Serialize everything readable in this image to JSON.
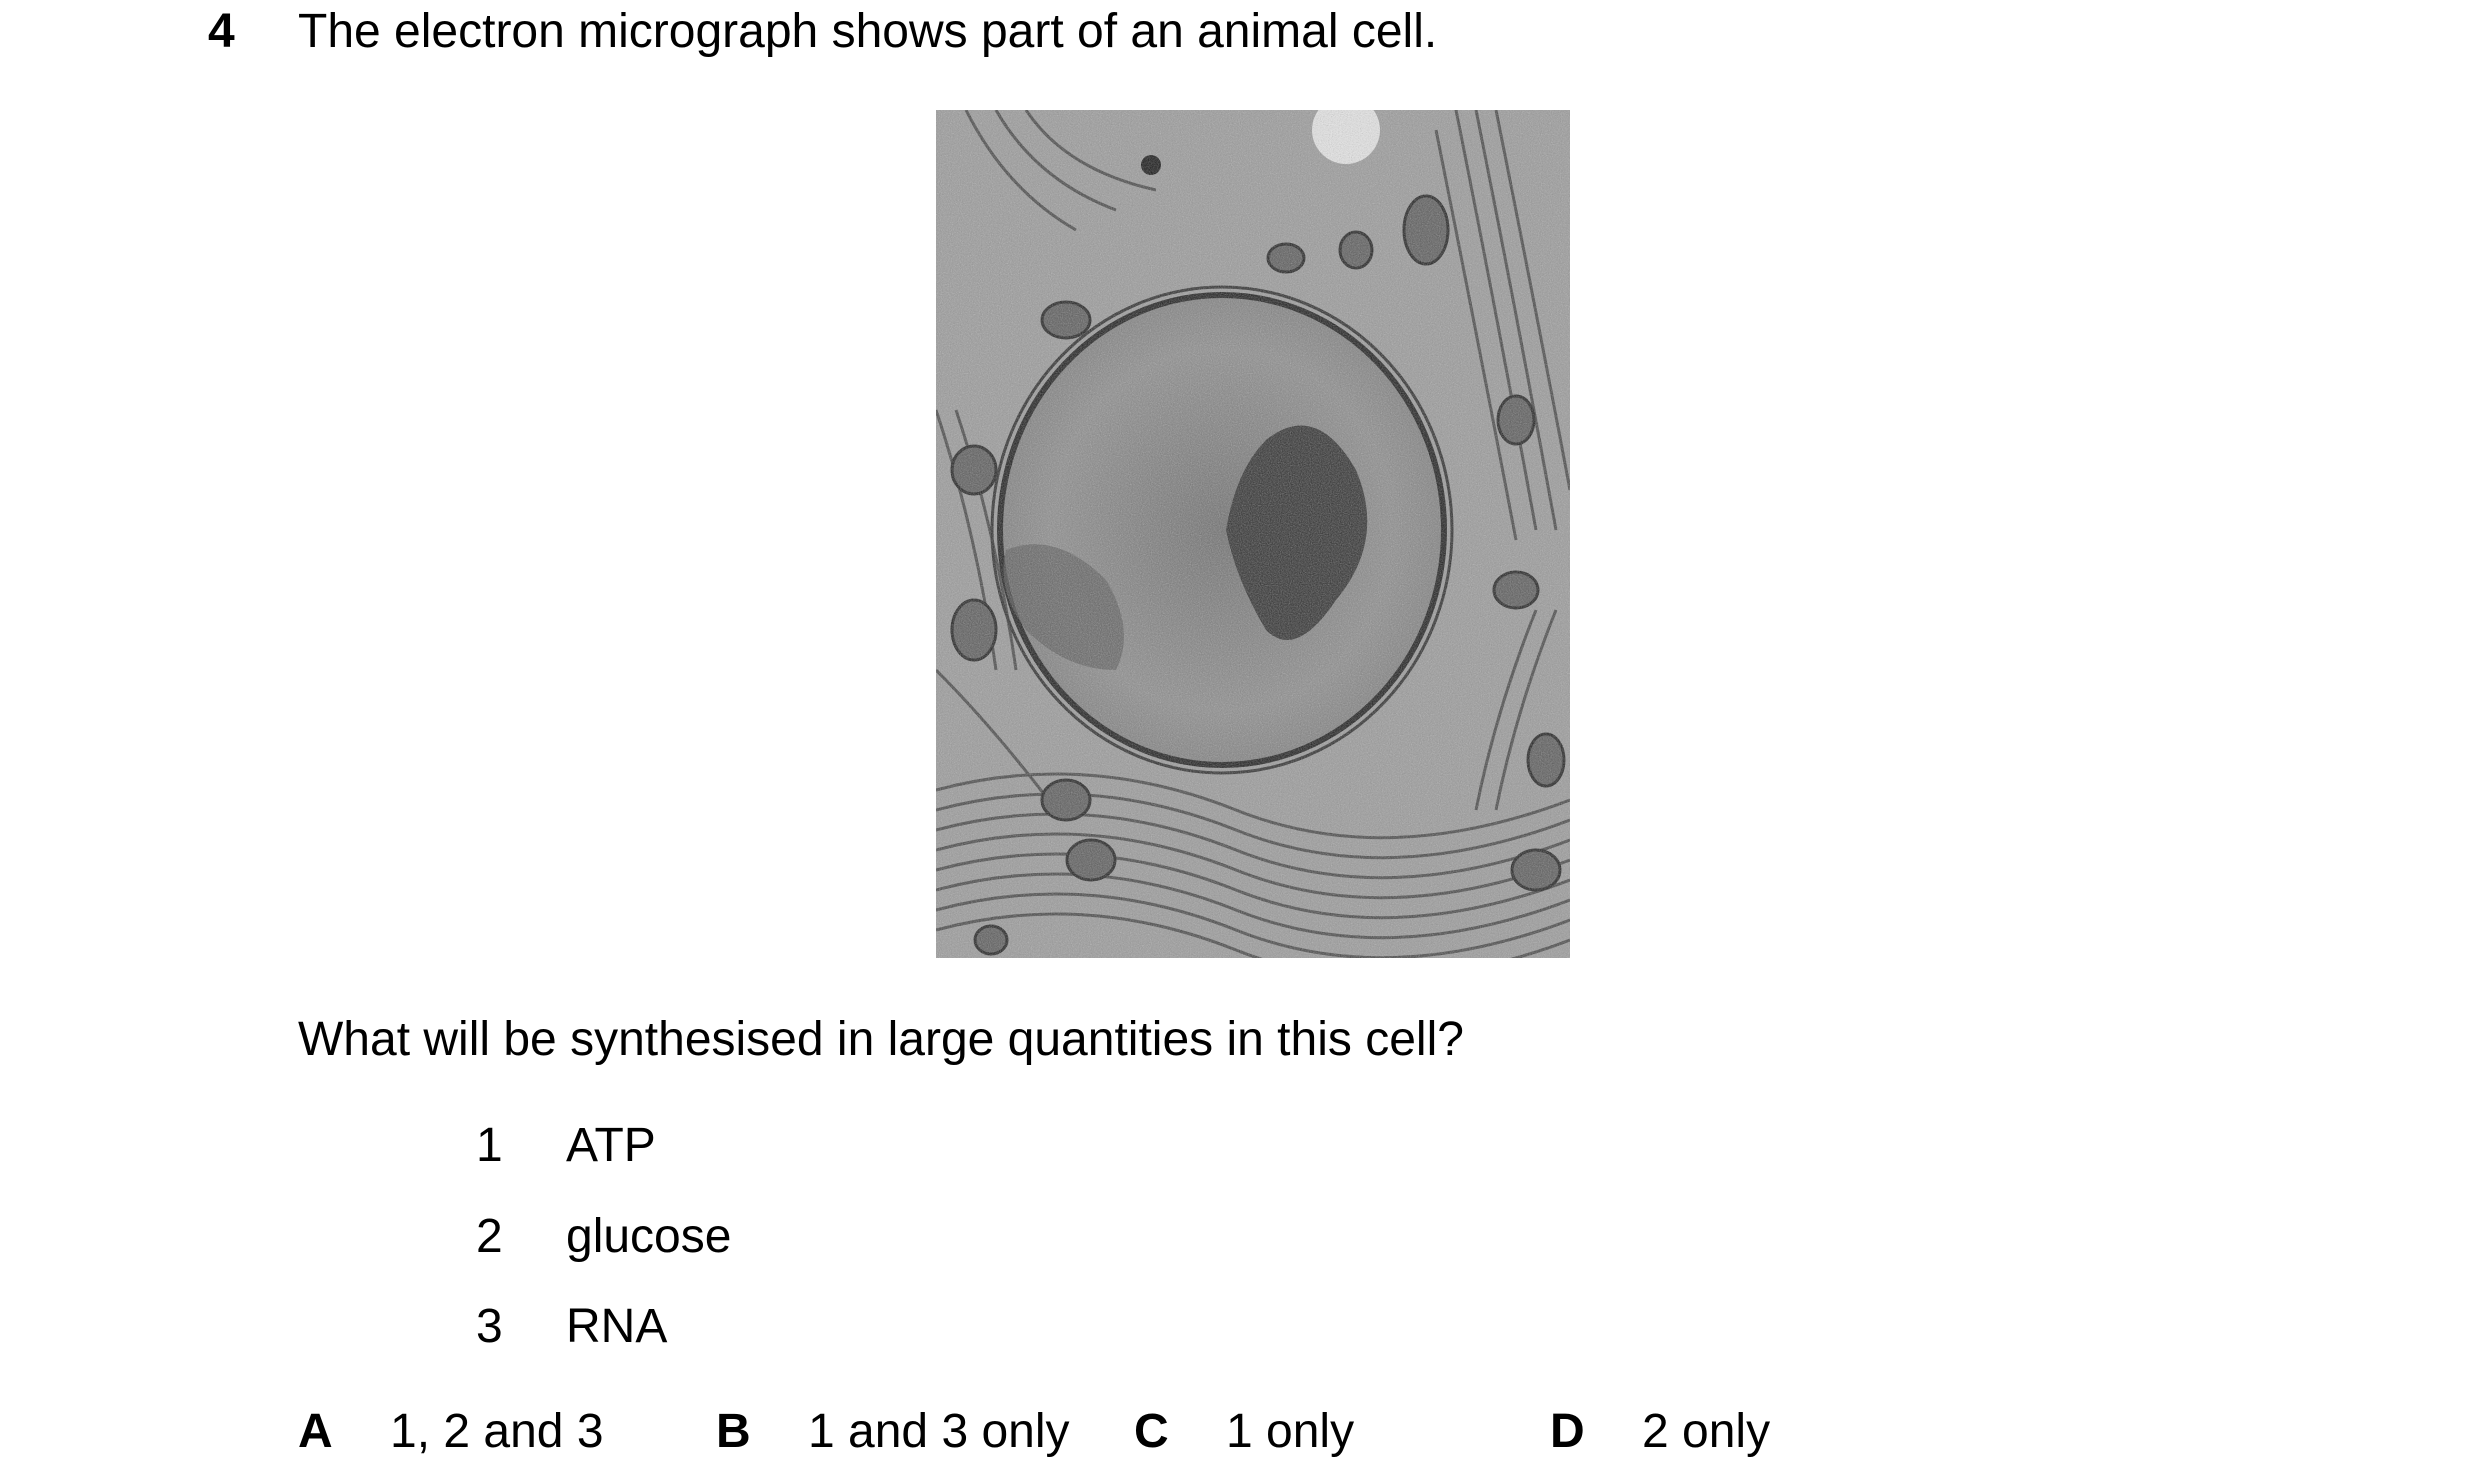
{
  "question": {
    "number": "4",
    "stem": "The electron micrograph shows part of an animal cell.",
    "prompt": "What will be synthesised in large quantities in this cell?",
    "statements": [
      {
        "num": "1",
        "text": "ATP"
      },
      {
        "num": "2",
        "text": "glucose"
      },
      {
        "num": "3",
        "text": "RNA"
      }
    ],
    "options": [
      {
        "letter": "A",
        "text": "1, 2 and 3"
      },
      {
        "letter": "B",
        "text": "1 and 3 only"
      },
      {
        "letter": "C",
        "text": "1 only"
      },
      {
        "letter": "D",
        "text": "2 only"
      }
    ]
  }
}
